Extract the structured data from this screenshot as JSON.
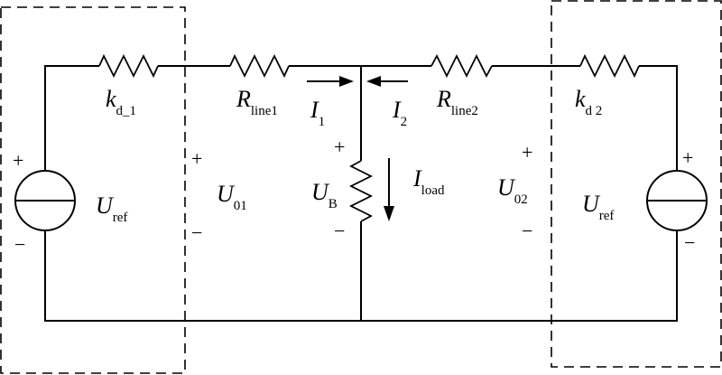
{
  "colors": {
    "line": "#000000",
    "background": "#ffffff"
  },
  "labels": {
    "kd1": {
      "main": "k",
      "sub": "d_1"
    },
    "rline1": {
      "main": "R",
      "sub": "line1"
    },
    "i1": {
      "main": "I",
      "sub": "1"
    },
    "i2": {
      "main": "I",
      "sub": "2"
    },
    "rline2": {
      "main": "R",
      "sub": "line2"
    },
    "kd2": {
      "main": "k",
      "sub": "d 2"
    },
    "uref_left": {
      "main": "U",
      "sub": "ref"
    },
    "u01": {
      "main": "U",
      "sub": "01"
    },
    "ub": {
      "main": "U",
      "sub": "B"
    },
    "iload": {
      "main": "I",
      "sub": "load"
    },
    "u02": {
      "main": "U",
      "sub": "02"
    },
    "uref_right": {
      "main": "U",
      "sub": "ref"
    }
  },
  "signs": {
    "plus": "+",
    "minus": "−"
  }
}
